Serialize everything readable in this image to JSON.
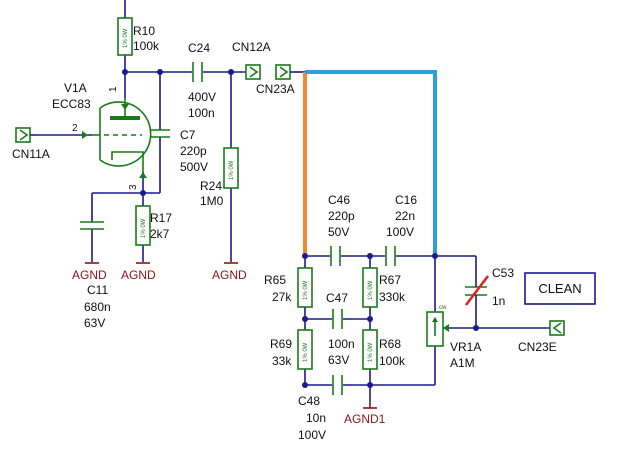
{
  "components": {
    "r10": {
      "ref": "R10",
      "value": "100k",
      "tag": "1% 0W"
    },
    "c24": {
      "ref": "C24",
      "value1": "400V",
      "value2": "100n"
    },
    "cn12a": {
      "ref": "CN12A"
    },
    "cn23a": {
      "ref": "CN23A"
    },
    "v1a": {
      "ref": "V1A",
      "value": "ECC83",
      "pin1": "1",
      "pin2": "2",
      "pin3": "3"
    },
    "cn11a": {
      "ref": "CN11A"
    },
    "c7": {
      "ref": "C7",
      "value1": "220p",
      "value2": "500V"
    },
    "r24": {
      "ref": "R24",
      "value": "1M0",
      "tag": "1% 0W"
    },
    "r17": {
      "ref": "R17",
      "value": "2k7",
      "tag": "1% 0W"
    },
    "c11": {
      "ref": "C11",
      "value1": "680n",
      "value2": "63V"
    },
    "c46": {
      "ref": "C46",
      "value1": "220p",
      "value2": "50V"
    },
    "c16": {
      "ref": "C16",
      "value1": "22n",
      "value2": "100V"
    },
    "c53": {
      "ref": "C53",
      "value": "1n"
    },
    "r65": {
      "ref": "R65",
      "value": "27k",
      "tag": "1% 0W"
    },
    "r67": {
      "ref": "R67",
      "value": "330k",
      "tag": "1% 0W"
    },
    "c47": {
      "ref": "C47",
      "value1": "100n",
      "value2": "63V"
    },
    "r69": {
      "ref": "R69",
      "value": "33k",
      "tag": "1% 0W"
    },
    "r68": {
      "ref": "R68",
      "value": "100k",
      "tag": "1% 0W"
    },
    "c48": {
      "ref": "C48",
      "value1": "10n",
      "value2": "100V"
    },
    "vr1a": {
      "ref": "VR1A",
      "value": "A1M",
      "wiper": "cw"
    },
    "cn23e": {
      "ref": "CN23E"
    }
  },
  "grounds": {
    "agnd": "AGND",
    "agnd1": "AGND1"
  },
  "clean_box": {
    "label": "CLEAN"
  },
  "colors": {
    "wire": "#1a1a8c",
    "component": "#1a7a1a",
    "ground": "#8a1414",
    "highlight_orange": "#f08a30",
    "highlight_blue": "#2aa0e0",
    "c53_slash": "#e02020"
  }
}
